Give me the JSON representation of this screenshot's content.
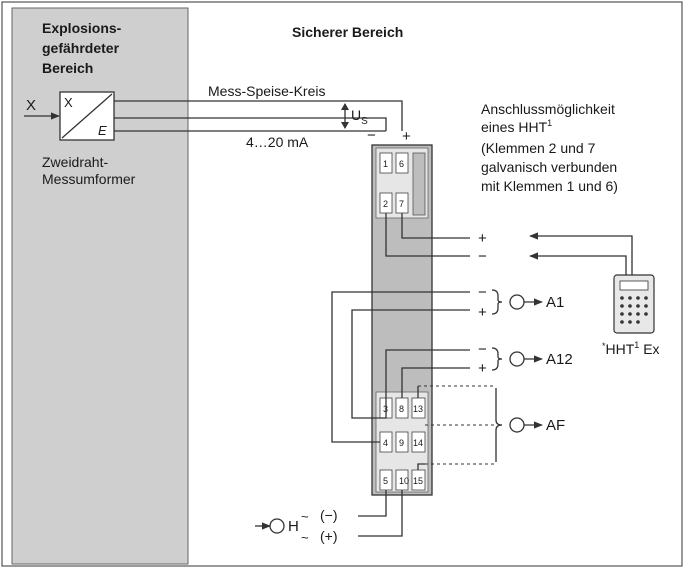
{
  "hazard_area": {
    "title_lines": [
      "Explosions-",
      "gefährdeter",
      "Bereich"
    ],
    "input_label": "X",
    "transmitter_x": "X",
    "transmitter_e": "E",
    "transmitter_lines": [
      "Zweidraht-",
      "Messumformer"
    ]
  },
  "safe_area": {
    "title": "Sicherer Bereich"
  },
  "loop": {
    "name": "Mess-Speise-Kreis",
    "voltage_main": "U",
    "voltage_sub": "S",
    "current": "4…20 mA",
    "minus": "−",
    "plus": "+"
  },
  "hht_note": {
    "lines": [
      "Anschlussmöglichkeit",
      "eines HHT",
      "(Klemmen 2 und 7",
      "galvanisch verbunden",
      "mit Klemmen 1 und 6)"
    ],
    "superscript": "1"
  },
  "terminals": {
    "upper": [
      "1",
      "6",
      "2",
      "7"
    ],
    "lower": [
      "3",
      "8",
      "13",
      "4",
      "9",
      "14",
      "5",
      "10",
      "15"
    ]
  },
  "hht_side": {
    "plus": "+",
    "minus": "−"
  },
  "outputs": {
    "a1": {
      "minus": "−",
      "plus": "+",
      "label": "A1"
    },
    "a12": {
      "minus": "−",
      "plus": "+",
      "label": "A12"
    },
    "af": {
      "label": "AF"
    }
  },
  "hht_device": {
    "prefix": "*",
    "name": "HHT",
    "superscript": "1",
    "suffix": " Ex"
  },
  "power": {
    "label": "H",
    "minus": "(−)",
    "plus": "(+)",
    "tilde": "~"
  }
}
